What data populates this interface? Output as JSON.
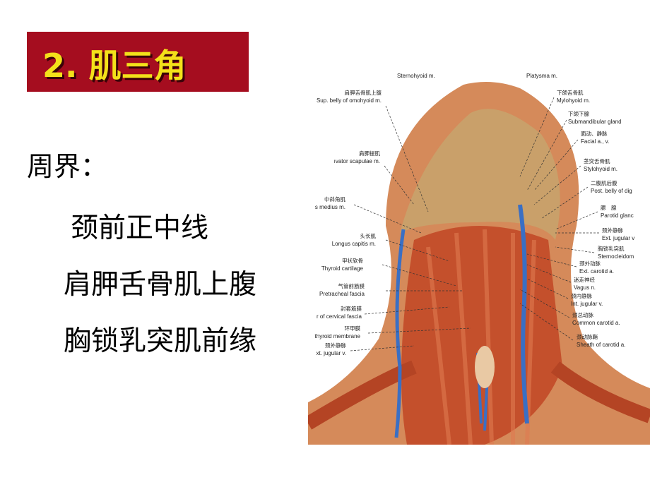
{
  "title": "2. 肌三角",
  "boundary": {
    "heading": "周界：",
    "items": [
      "颈前正中线",
      "肩胛舌骨肌上腹",
      "胸锁乳突肌前缘"
    ]
  },
  "figure": {
    "top_labels": [
      {
        "en": "Sternohyoid m."
      },
      {
        "en": "Platysma m."
      }
    ],
    "left_labels": [
      {
        "zh": "肩胛舌骨肌上腹",
        "en": "Sup. belly of omohyoid m."
      },
      {
        "zh": "肩胛提肌",
        "en": "ıvator scapulae m."
      },
      {
        "zh": "中斜角肌",
        "en": "s medius m."
      },
      {
        "zh": "头长肌",
        "en": "Longus capitis m."
      },
      {
        "zh": "甲状软骨",
        "en": "Thyroid cartilage"
      },
      {
        "zh": "气管前筋膜",
        "en": "Pretracheal fascia"
      },
      {
        "zh": "封套筋膜",
        "en": "r of cervical fascia"
      },
      {
        "zh": "环甲膜",
        "en": "thyroid membrane"
      },
      {
        "zh": "颈外静脉",
        "en": "xt. jugular v."
      }
    ],
    "right_labels": [
      {
        "zh": "下颌舌骨肌",
        "en": "Mylohyoid m."
      },
      {
        "zh": "下颌下腺",
        "en": "Submandibular gland"
      },
      {
        "zh": "面动、静脉",
        "en": "Facial a., v."
      },
      {
        "zh": "茎突舌骨肌",
        "en": "Stylohyoid m."
      },
      {
        "zh": "二腹肌后腹",
        "en": "Post. belly of dig"
      },
      {
        "zh": "腮　腺",
        "en": "Parotid glanc"
      },
      {
        "zh": "颈外静脉",
        "en": "Ext. jugular v"
      },
      {
        "zh": "胸锁乳突肌",
        "en": "Sternocleidom"
      },
      {
        "zh": "颈外动脉",
        "en": "Ext. carotid a."
      },
      {
        "zh": "迷走神经",
        "en": "Vagus n."
      },
      {
        "zh": "颈内静脉",
        "en": "Int. jugular v."
      },
      {
        "zh": "颈总动脉",
        "en": "Common carotid a."
      },
      {
        "zh": "颈动脉鞘",
        "en": "Sheath of carotid a."
      }
    ]
  },
  "colors": {
    "title_bg": "#a50d1f",
    "title_text": "#f3e11a",
    "muscle": "#c8552e",
    "vein": "#3a6fc4"
  }
}
